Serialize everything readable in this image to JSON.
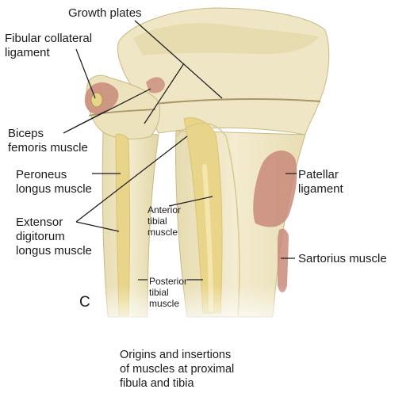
{
  "labels": {
    "growth_plates": "Growth plates",
    "fibular_collateral_line1": "Fibular collateral",
    "fibular_collateral_line2": "ligament",
    "biceps_line1": "Biceps",
    "biceps_line2": "femoris muscle",
    "peroneus_line1": "Peroneus",
    "peroneus_line2": "longus muscle",
    "extensor_line1": "Extensor",
    "extensor_line2": "digitorum",
    "extensor_line3": "longus muscle",
    "anterior_line1": "Anterior",
    "anterior_line2": "tibial",
    "anterior_line3": "muscle",
    "posterior_line1": "Posterior",
    "posterior_line2": "tibial",
    "posterior_line3": "muscle",
    "patellar_line1": "Patellar",
    "patellar_line2": "ligament",
    "sartorius": "Sartorius muscle",
    "panel_letter": "C"
  },
  "caption": {
    "line1": "Origins and insertions",
    "line2": "of muscles at proximal",
    "line3": "fibula and tibia"
  },
  "colors": {
    "bone_light": "#efe8c8",
    "bone_mid": "#e2d6a6",
    "bone_shadow": "#c9b884",
    "marrow": "#e9d58a",
    "muscle_attachment": "#c98a7a",
    "leader_line": "#1a1a1a"
  }
}
